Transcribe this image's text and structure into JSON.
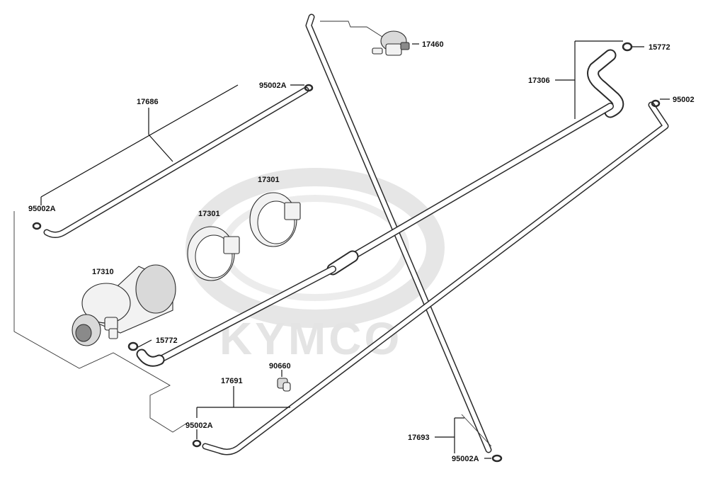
{
  "watermark": {
    "brand": "KYMCO"
  },
  "callouts": {
    "p17460": "17460",
    "p15772_top": "15772",
    "p17306": "17306",
    "p95002_right": "95002",
    "p17686": "17686",
    "p95002A_top": "95002A",
    "p95002A_left": "95002A",
    "p17301_a": "17301",
    "p17301_b": "17301",
    "p17310": "17310",
    "p15772_mid": "15772",
    "p90660": "90660",
    "p17691": "17691",
    "p95002A_bottom": "95002A",
    "p17693": "17693",
    "p95002A_br": "95002A"
  }
}
